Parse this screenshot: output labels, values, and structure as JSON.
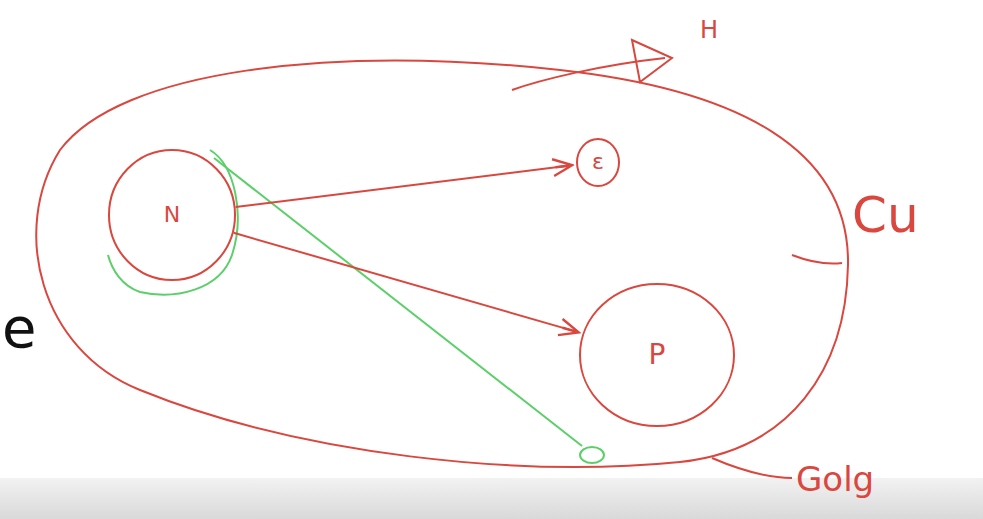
{
  "diagram": {
    "nodes": [
      {
        "text": [
          "N"
        ]
      },
      {
        "text": [
          "ε"
        ]
      },
      {
        "text": [
          "P"
        ]
      }
    ],
    "edges": [
      {
        "from": 0,
        "to": 1,
        "arrow": "to"
      },
      {
        "from": 0,
        "to": 2,
        "arrow": "to"
      }
    ],
    "labels": [
      "H",
      "Cu",
      "Golg",
      "e"
    ]
  }
}
